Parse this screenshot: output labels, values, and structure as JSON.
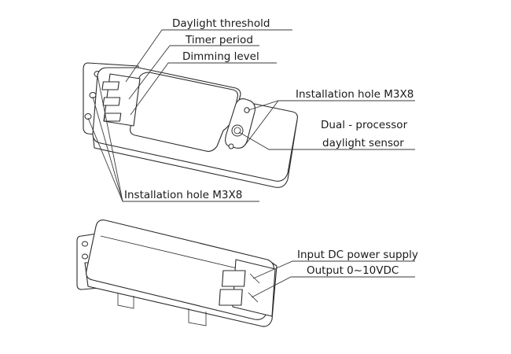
{
  "labels": {
    "daylight_threshold": "Daylight threshold",
    "timer_period": "Timer period",
    "dimming_level": "Dimming level",
    "installation_hole_right": "Installation hole M3X8",
    "sensor_line1": "Dual - processor",
    "sensor_line2": "daylight sensor",
    "installation_hole_left": "Installation hole M3X8",
    "input_dc": "Input DC power supply",
    "output": "Output 0~10VDC"
  }
}
